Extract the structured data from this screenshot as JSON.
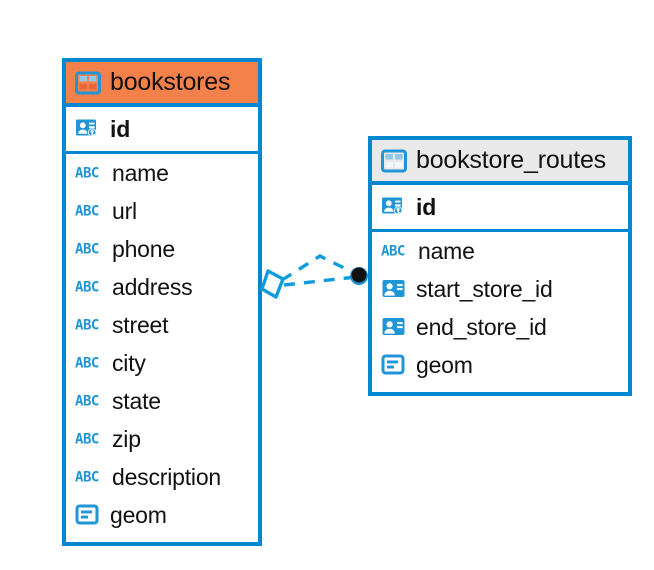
{
  "diagram": {
    "type": "entity-relationship-diagram",
    "background_color": "#ffffff",
    "accent_color": "#0288d1",
    "header_orange": "#f5814a",
    "header_gray": "#e9e9e9"
  },
  "entities": [
    {
      "name": "bookstores",
      "header_style": "orange",
      "header_icon": "table-icon",
      "primary_key": {
        "name": "id",
        "icon": "primary-key-icon"
      },
      "fields": [
        {
          "name": "name",
          "icon": "abc-text-icon"
        },
        {
          "name": "url",
          "icon": "abc-text-icon"
        },
        {
          "name": "phone",
          "icon": "abc-text-icon"
        },
        {
          "name": "address",
          "icon": "abc-text-icon"
        },
        {
          "name": "street",
          "icon": "abc-text-icon"
        },
        {
          "name": "city",
          "icon": "abc-text-icon"
        },
        {
          "name": "state",
          "icon": "abc-text-icon"
        },
        {
          "name": "zip",
          "icon": "abc-text-icon"
        },
        {
          "name": "description",
          "icon": "abc-text-icon"
        },
        {
          "name": "geom",
          "icon": "geometry-icon"
        }
      ]
    },
    {
      "name": "bookstore_routes",
      "header_style": "gray",
      "header_icon": "table-icon",
      "primary_key": {
        "name": "id",
        "icon": "primary-key-icon"
      },
      "fields": [
        {
          "name": "name",
          "icon": "abc-text-icon"
        },
        {
          "name": "start_store_id",
          "icon": "foreign-key-icon"
        },
        {
          "name": "end_store_id",
          "icon": "foreign-key-icon"
        },
        {
          "name": "geom",
          "icon": "geometry-icon"
        }
      ]
    }
  ],
  "relationship": {
    "from_entity": "bookstores",
    "to_entity": "bookstore_routes",
    "line_style": "dashed",
    "line_color": "#0d9ddb",
    "source_marker": "hollow-diamond",
    "target_marker": "filled-circle",
    "target_marker_color": "#111111"
  },
  "icon_glyphs": {
    "abc_label": "ABC"
  }
}
